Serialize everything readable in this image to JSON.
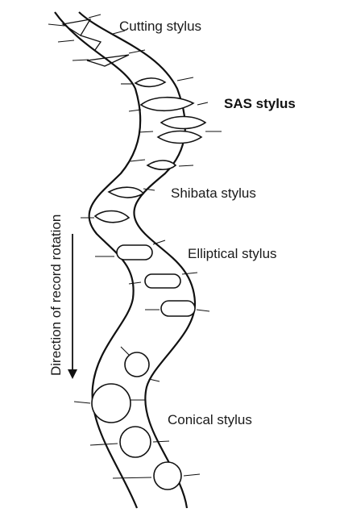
{
  "labels": {
    "cutting": "Cutting stylus",
    "sas": "SAS stylus",
    "shibata": "Shibata stylus",
    "elliptical": "Elliptical stylus",
    "conical": "Conical stylus",
    "direction": "Direction of record rotation"
  }
}
